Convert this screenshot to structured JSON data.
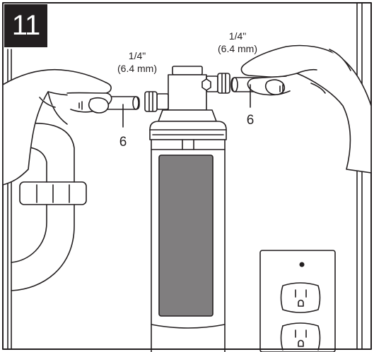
{
  "step": {
    "number": "11"
  },
  "left_fitting": {
    "size_inch": "1/4\"",
    "size_mm": "(6.4 mm)",
    "callout": "6"
  },
  "right_fitting": {
    "size_inch": "1/4\"",
    "size_mm": "(6.4 mm)",
    "callout": "6"
  },
  "colors": {
    "line": "#231f20",
    "cartridge_window": "#807e7f",
    "badge": "#231f20",
    "background": "#ffffff"
  }
}
